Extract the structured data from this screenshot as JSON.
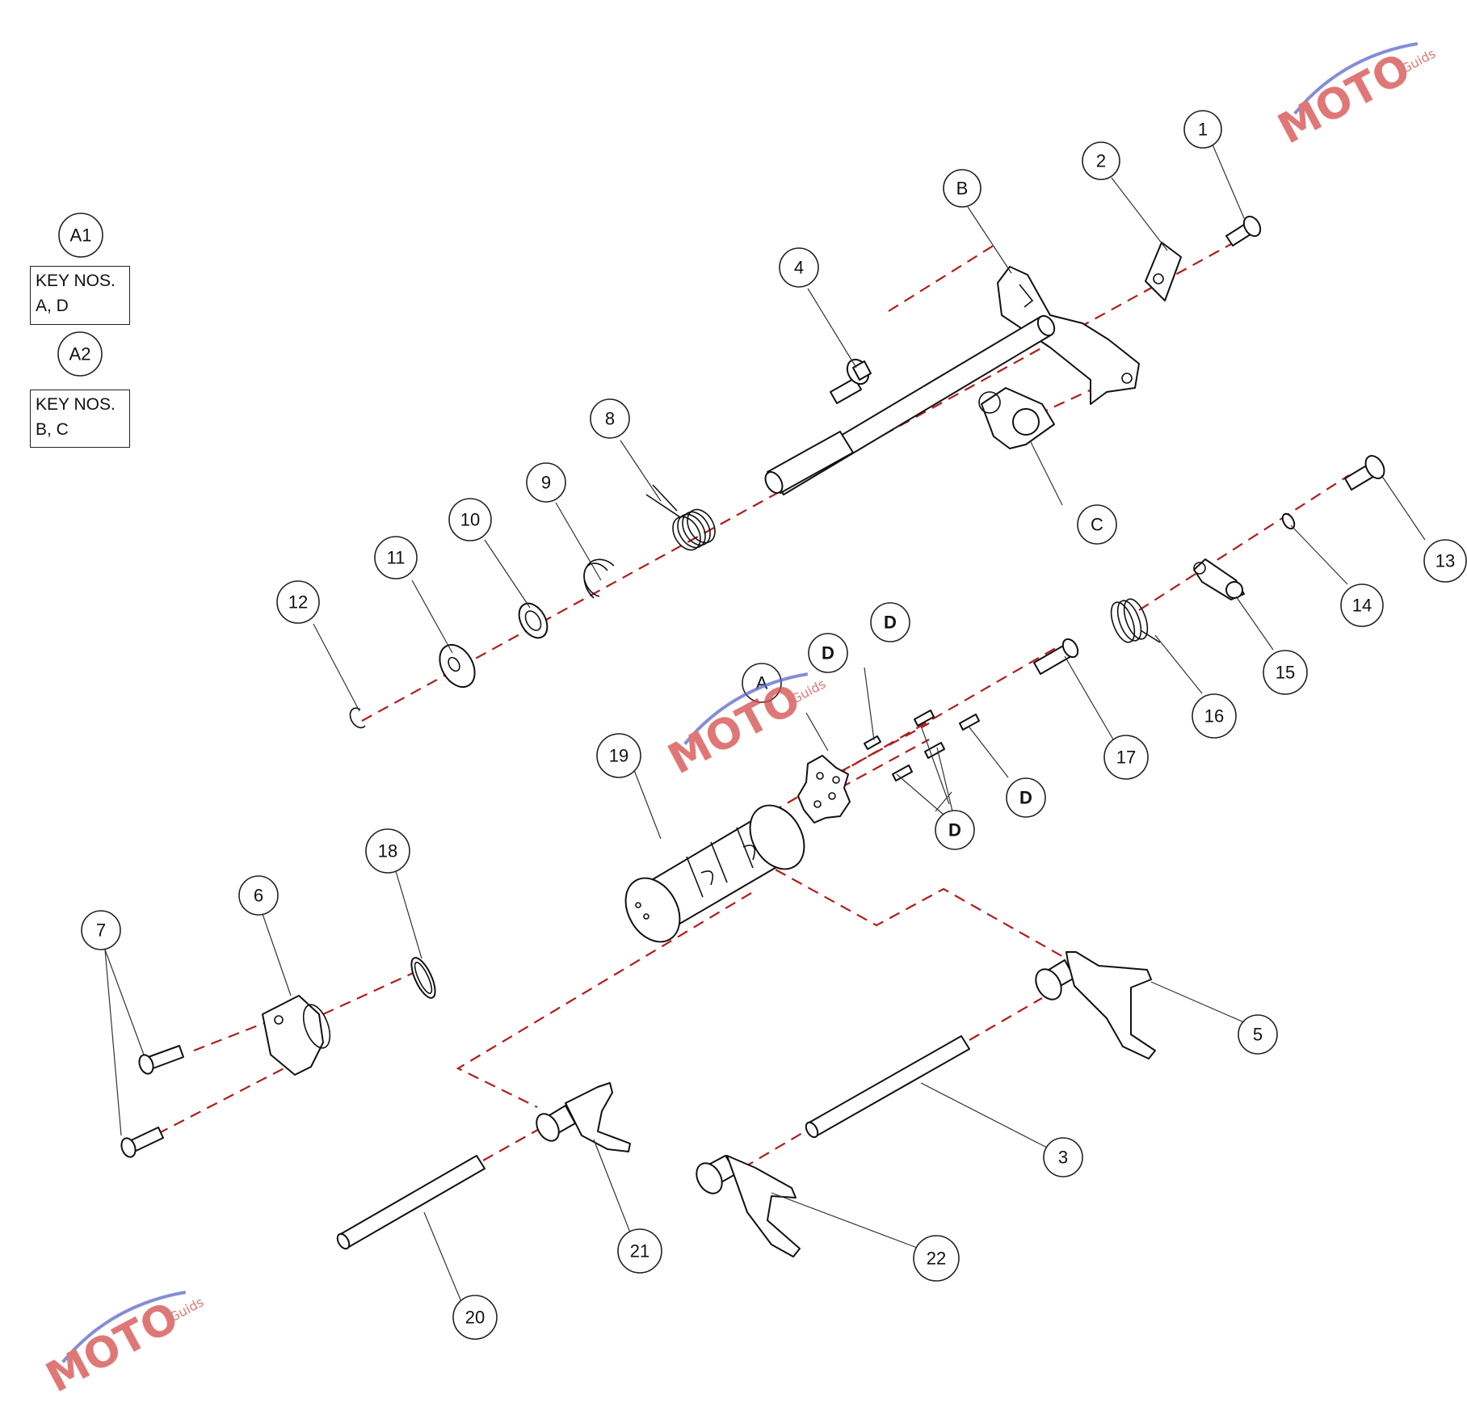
{
  "callouts": {
    "c1": "1",
    "c2": "2",
    "c3": "3",
    "c4": "4",
    "c5": "5",
    "c6": "6",
    "c7": "7",
    "c8": "8",
    "c9": "9",
    "c10": "10",
    "c11": "11",
    "c12": "12",
    "c13": "13",
    "c14": "14",
    "c15": "15",
    "c16": "16",
    "c17": "17",
    "c18": "18",
    "c19": "19",
    "c20": "20",
    "c21": "21",
    "c22": "22",
    "cA": "A",
    "cB": "B",
    "cC": "C",
    "cD": "D",
    "cA1": "A1",
    "cA2": "A2"
  },
  "legend": {
    "a1": {
      "line1": "KEY NOS.",
      "line2": "A, D"
    },
    "a2": {
      "line1": "KEY NOS.",
      "line2": "B, C"
    }
  },
  "watermark": {
    "logo": "MOTO",
    "subtitle": "Guids"
  },
  "colors": {
    "axis": "#b21c1c",
    "watermark_red": "#d44a4a",
    "watermark_blue": "#5a66c8"
  }
}
